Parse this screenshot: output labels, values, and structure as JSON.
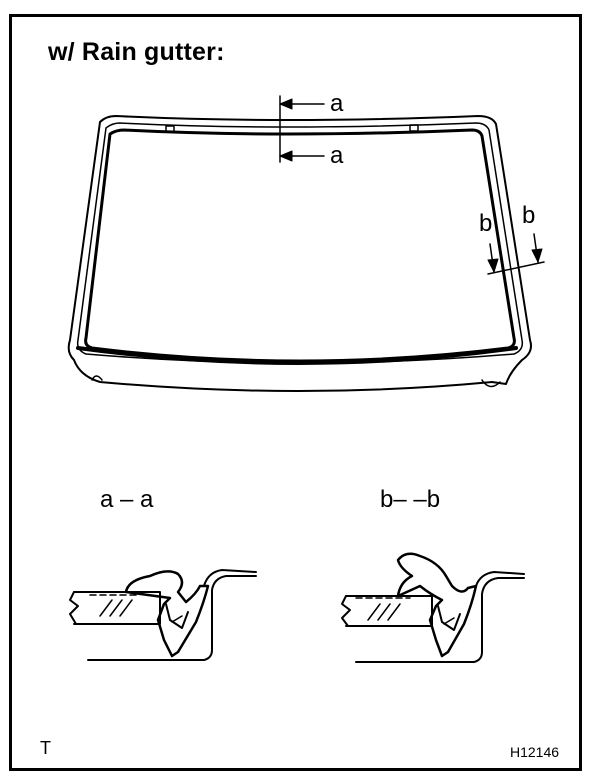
{
  "title": "w/ Rain gutter:",
  "labels": {
    "section_a_top": "a",
    "section_a_bottom": "a",
    "section_b_left": "b",
    "section_b_right": "b",
    "caption_a": "a – a",
    "caption_b": "b– –b"
  },
  "corner_mark": "T",
  "figure_code": "H12146"
}
